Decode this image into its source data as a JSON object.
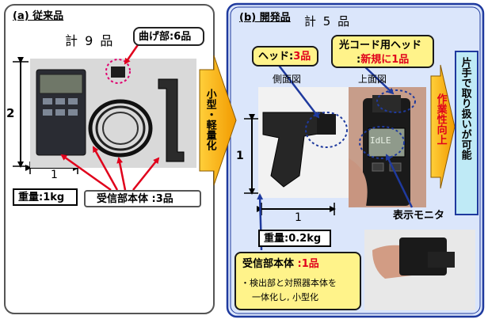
{
  "left": {
    "title": "(a) 従来品",
    "count": "計 9 品",
    "bend_label": "曲げ部:6品",
    "dim_vertical": "2",
    "dim_horizontal": "1",
    "weight": "重量:1kg",
    "receiver": "受信部本体 :3品"
  },
  "middle": {
    "text": "小型・軽量化"
  },
  "right": {
    "title": "(b) 開発品",
    "count": "計 5 品",
    "head_prefix": "ヘッド:",
    "head_value": "3品",
    "optical_line1": "光コード用ヘッド",
    "optical_line2_prefix": ":",
    "optical_line2_value": "新規に1品",
    "side_view": "側面図",
    "top_view": "上面図",
    "dim_vertical": "1",
    "dim_horizontal": "1",
    "monitor_label": "表示モニタ",
    "weight": "重量:0.2kg",
    "receiver_prefix": "受信部本体",
    "receiver_value": ":1品",
    "receiver_desc1": "・検出部と対照器本体を",
    "receiver_desc2": "一体化し, 小型化",
    "workability": "作業性向上",
    "one_hand": "片手で取り扱いが可能",
    "display_text": "IdLE"
  },
  "colors": {
    "accent_red": "#e0001b",
    "panel_border_blue": "#1f3a9e",
    "panel_fill_blue": "#dbe6fb",
    "callout_yellow": "#fff38a",
    "arrow_orange": "#f6a800",
    "label_cyan": "#bfeaf6"
  }
}
